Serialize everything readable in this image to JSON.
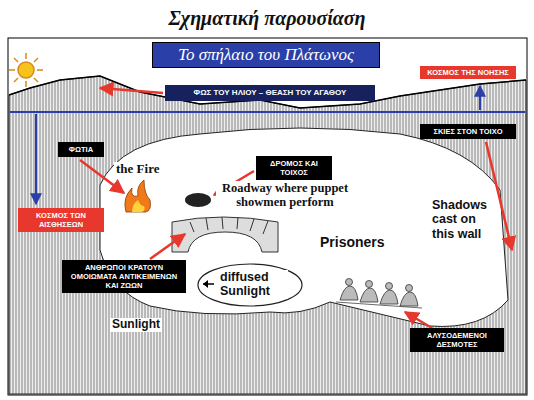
{
  "diagram": {
    "title": "Σχηματική παρουσίαση",
    "nodes": [
      {
        "text": [
          "Το σπήλαιο του Πλάτωνος"
        ]
      },
      {
        "text": [
          "ΦΩΣ ΤΟΥ ΗΛΙΟΥ – ΘΕΑΣΗ ΤΟΥ ΑΓΑΘΟΥ"
        ]
      },
      {
        "text": [
          "ΚΟΣΜΟΣ ΤΗΣ ΝΟΗΣΗΣ"
        ]
      },
      {
        "text": [
          "ΣΚΙΕΣ ΣΤΟΝ ΤΟΙΧΟ"
        ]
      },
      {
        "text": [
          "ΦΩΤΙΑ"
        ]
      },
      {
        "text": [
          "ΔΡΟΜΟΣ ΚΑΙ ΤΟΙΧΟΣ"
        ]
      },
      {
        "text": [
          "ΚΟΣΜΟΣ ΤΩΝ ΑΙΣΘΗΣΕΩΝ"
        ]
      },
      {
        "text": [
          "ΑΝΘΡΩΠΟΙ ΚΡΑΤΟΥΝ ΟΜΟΙΩΜΑΤΑ ΑΝΤΙΚΕΙΜΕΝΩΝ ΚΑΙ ΖΩΩΝ"
        ]
      },
      {
        "text": [
          "ΑΛΥΣΟΔΕΜΕΝΟΙ ΔΕΣΜΟΤΕΣ"
        ]
      }
    ],
    "labels": [
      "the Fire",
      "Roadway where puppet showmen perform",
      "Prisoners",
      "Shadows cast on this wall",
      "diffused Sunlight",
      "Sunlight"
    ]
  }
}
